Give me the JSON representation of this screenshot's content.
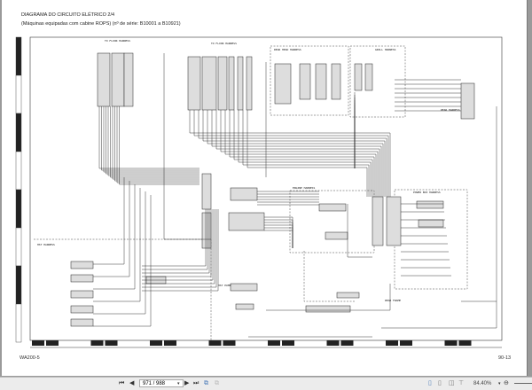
{
  "document": {
    "title": "DIAGRAMA DO CIRCUITO ELÉTRICO 2/4",
    "subtitle": "(Máquinas equipadas com cabine ROPS) (nº de série: B10001 a B10921)",
    "footer_left": "WA200-5",
    "footer_right": "90-13"
  },
  "diagram_labels": {
    "to_floor_harness_left": "TO FLOOR HARNESS",
    "to_floor_harness_mid": "TO FLOOR HARNESS",
    "rear_head_harness": "REAR HEAD HARNESS",
    "grill_harness": "GRILL HARNESS",
    "engine_harness": "ENGINE HARNESS",
    "power_box_harness": "POWER BOX HARNESS",
    "hst_harness": "HST HARNESS",
    "rear_harness": "REAR HARNESS",
    "hst_pump": "HST PUMP",
    "rear_frame": "REAR FRAME"
  },
  "toolbar": {
    "page_current": "971",
    "page_total": "988",
    "page_display": "971 / 988",
    "zoom": "84.40%"
  }
}
